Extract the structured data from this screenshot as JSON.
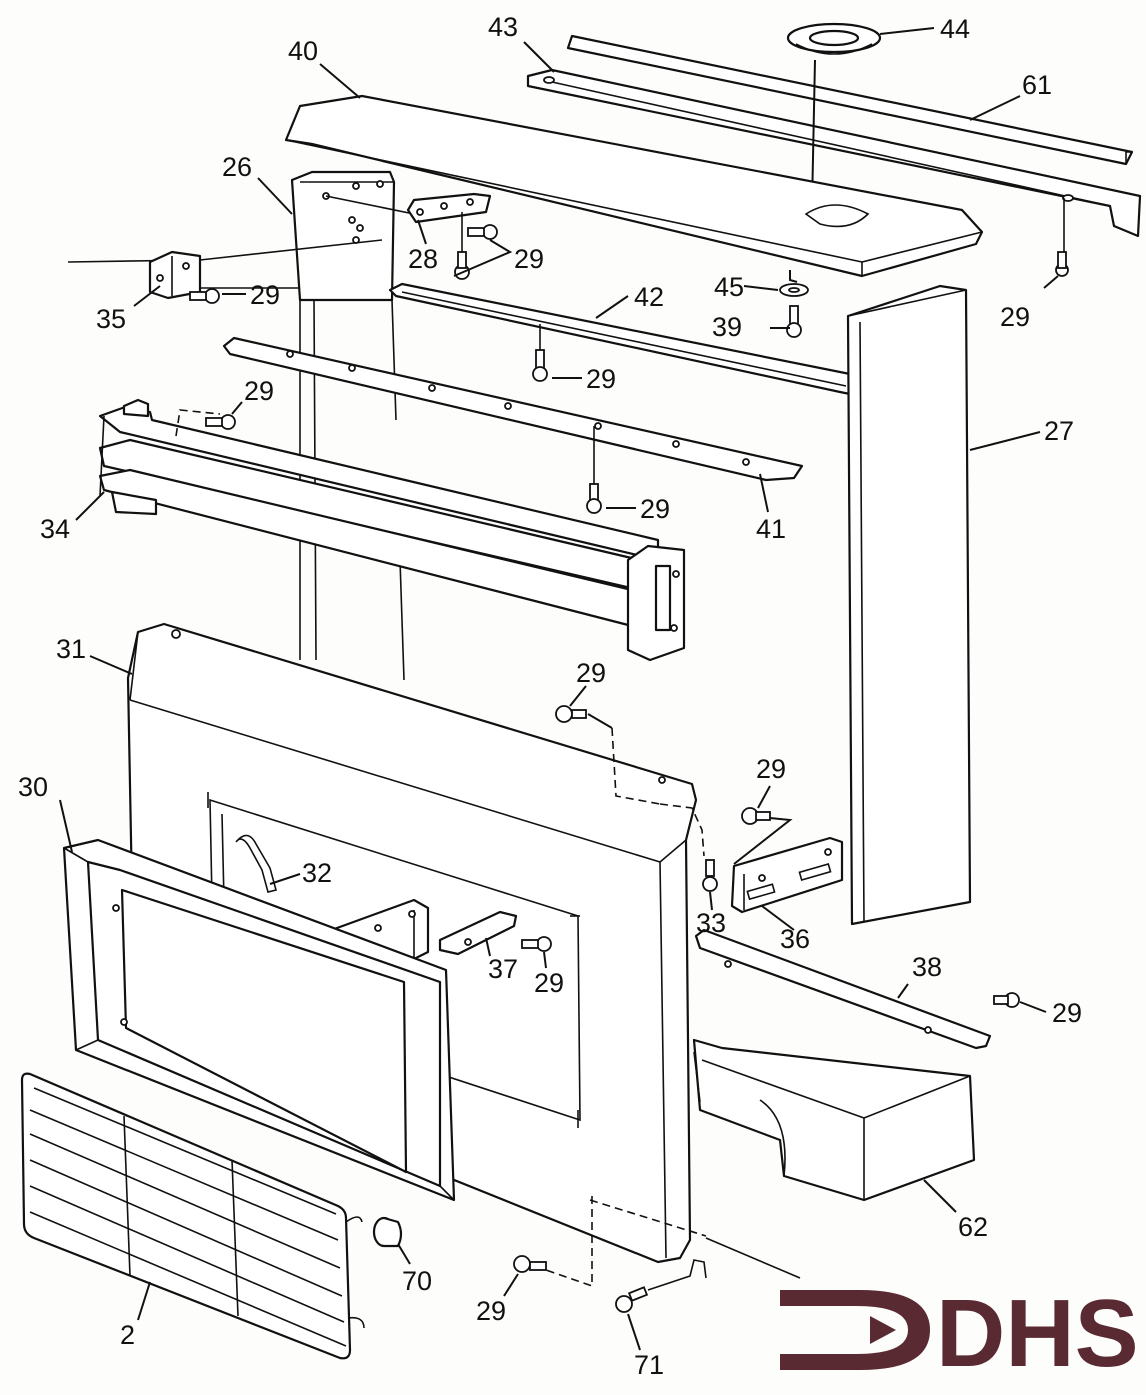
{
  "diagram": {
    "callouts": {
      "p2": "2",
      "p26": "26",
      "p27": "27",
      "p28": "28",
      "p29a": "29",
      "p29b": "29",
      "p29c": "29",
      "p29d": "29",
      "p29e": "29",
      "p29f": "29",
      "p29g": "29",
      "p29h": "29",
      "p29i": "29",
      "p29j": "29",
      "p29k": "29",
      "p30": "30",
      "p31": "31",
      "p32": "32",
      "p33": "33",
      "p34": "34",
      "p35": "35",
      "p36": "36",
      "p37": "37",
      "p38": "38",
      "p39": "39",
      "p40": "40",
      "p41": "41",
      "p42": "42",
      "p43": "43",
      "p44": "44",
      "p45": "45",
      "p61": "61",
      "p62": "62",
      "p70": "70",
      "p71": "71"
    }
  },
  "logo": {
    "text": "DHS",
    "color": "#5a2a33"
  }
}
